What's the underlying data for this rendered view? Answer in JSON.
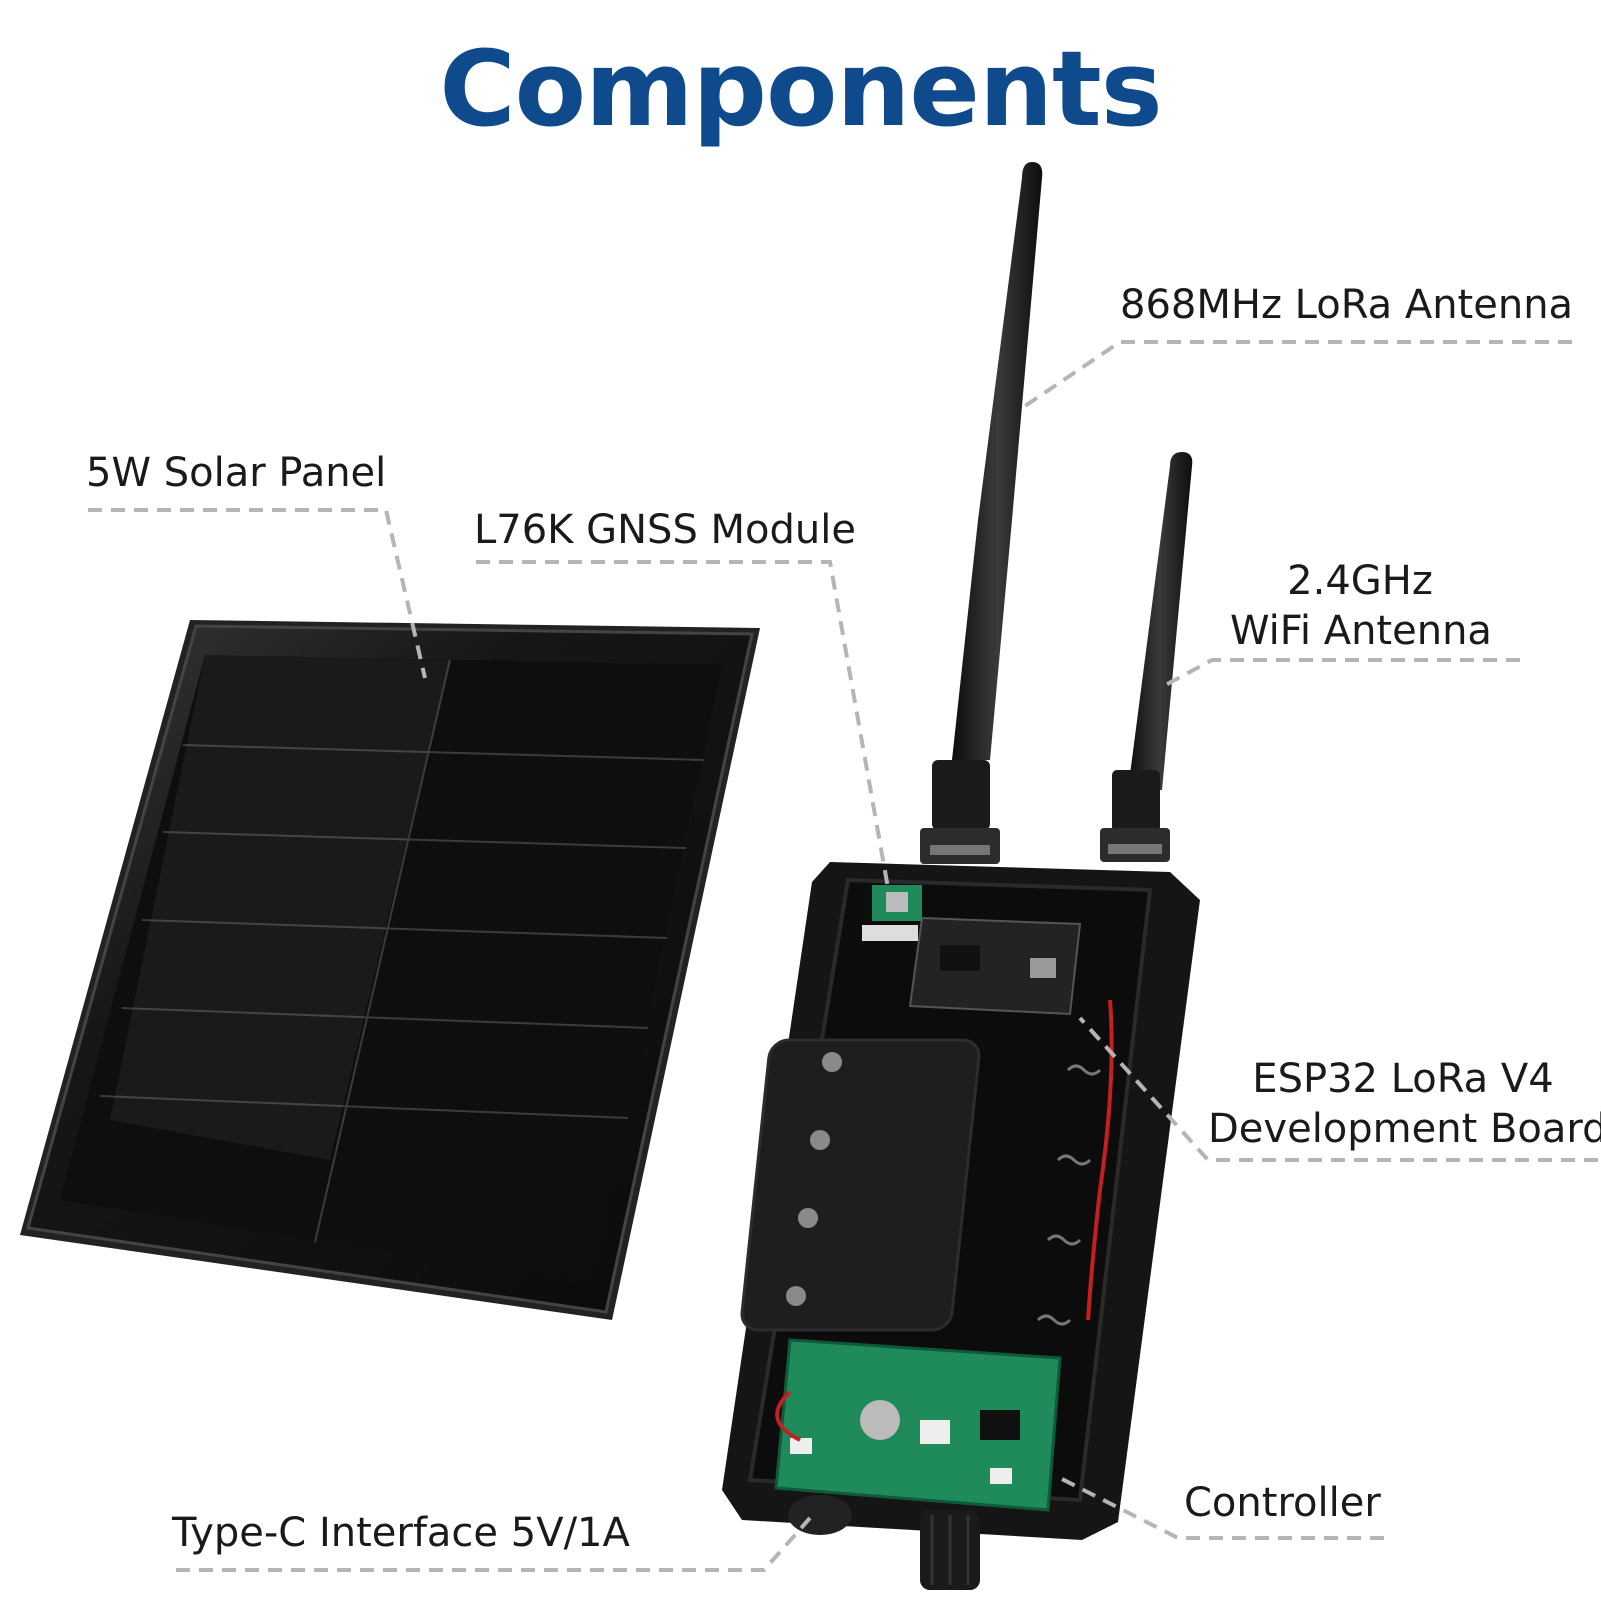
{
  "title": "Components",
  "labels": {
    "lora_antenna": "868MHz LoRa Antenna",
    "solar_panel": "5W Solar Panel",
    "gnss_module": "L76K GNSS Module",
    "wifi_antenna_line1": "2.4GHz",
    "wifi_antenna_line2": "WiFi Antenna",
    "esp32_line1": "ESP32 LoRa V4",
    "esp32_line2": "Development Board",
    "type_c": "Type-C Interface 5V/1A",
    "controller": "Controller"
  },
  "colors": {
    "title": "#0f4a8c",
    "leader_line": "#b5b5b5",
    "pcb": "#1f8a5a",
    "enclosure": "#151515"
  }
}
